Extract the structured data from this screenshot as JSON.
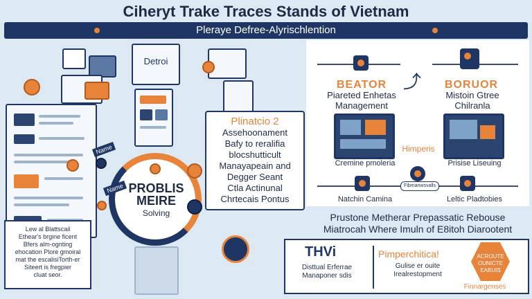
{
  "title": "Ciheryt Trake Traces Stands of Vietnam",
  "banner": "Pleraye Defree-Alyrischlention",
  "left": {
    "monitor_label": "Detroi",
    "circle": {
      "line1": "PROBLIS",
      "line2": "MEIRE",
      "line3": "Solving"
    },
    "tags": [
      "Name",
      "Name"
    ],
    "bubble": {
      "heading": "Plinatcio 2",
      "lines": [
        "Assehoonament",
        "Bafy to reralifia",
        "blocshutticult",
        "Manayapeain and",
        "Degger Seant",
        "Ctla Actinunal",
        "Chrtecais Pontus"
      ]
    },
    "note": [
      "Lew al Blattscail",
      "Ethear's brgine ficent",
      "Bfers alm-ognting",
      "ehocation Plore gmoiral",
      "mat the escalisiTorth-er",
      "Siteert is fregpier",
      "cluat seor."
    ]
  },
  "right": {
    "left_head": "BEATOR",
    "left_sub": [
      "Piareted Enhetas",
      "Management"
    ],
    "right_head": "BORUOR",
    "right_sub": [
      "Mistoin Gtree",
      "Chilranla"
    ],
    "center_label": "Himperis",
    "photo_left_caption": "Cremine pmoleria",
    "photo_right_caption": "Prisise Liseuing",
    "pill_label": "Fibmanwsvalls",
    "bottom_left_caption": "Natchin Camina",
    "bottom_right_caption": "Leltic Pladtobies"
  },
  "middle": {
    "line1": "Prustone Metherar Prepassatic Rebouse",
    "line2": "Miatrocah Where Imuln of E8itoh Diarootent"
  },
  "bottom": {
    "left_head": "THVi",
    "left_sub": [
      "Disttual Erferrae",
      "Manaponer sdis"
    ],
    "mid_head": "Pimperchitica!",
    "mid_sub": [
      "Gulise er ouite",
      "Irealrestopment"
    ],
    "hex_text": [
      "ACROUTE",
      "OUNICTE",
      "EABUIS"
    ],
    "right_caption": "Finnargenses"
  },
  "colors": {
    "accent": "#e8833a",
    "navy": "#1f3563",
    "background": "#dce8f2"
  }
}
